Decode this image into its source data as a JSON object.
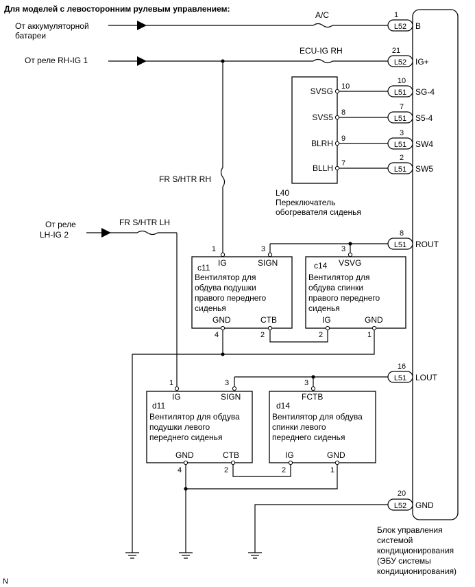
{
  "title": "Для моделей с левосторонним рулевым управлением:",
  "inputs": {
    "battery_line1": "От аккумуляторной",
    "battery_line2": "батареи",
    "rh_ig1": "От реле RH-IG 1",
    "lh_line1": "От реле",
    "lh_line2": "LH-IG 2"
  },
  "fuses": {
    "ac": "A/C",
    "ecu_ig_rh": "ECU-IG RH",
    "fr_shtr_rh": "FR S/HTR RH",
    "fr_shtr_lh": "FR S/HTR LH"
  },
  "ecu_terminals": [
    {
      "num": "1",
      "conn": "L52",
      "name": "B"
    },
    {
      "num": "21",
      "conn": "L52",
      "name": "IG+"
    },
    {
      "num": "10",
      "conn": "L51",
      "name": "SG-4"
    },
    {
      "num": "7",
      "conn": "L51",
      "name": "S5-4"
    },
    {
      "num": "3",
      "conn": "L51",
      "name": "SW4"
    },
    {
      "num": "2",
      "conn": "L51",
      "name": "SW5"
    },
    {
      "num": "8",
      "conn": "L51",
      "name": "ROUT"
    },
    {
      "num": "16",
      "conn": "L51",
      "name": "LOUT"
    },
    {
      "num": "20",
      "conn": "L52",
      "name": "GND"
    }
  ],
  "ecu_label": [
    "Блок управления",
    "системой",
    "кондиционирования",
    "(ЭБУ системы",
    "кондиционирования)"
  ],
  "switch": {
    "id": "L40",
    "label_line1": "Переключатель",
    "label_line2": "обогревателя сиденья",
    "pins": [
      {
        "name": "SVSG",
        "num": "10"
      },
      {
        "name": "SVS5",
        "num": "8"
      },
      {
        "name": "BLRH",
        "num": "9"
      },
      {
        "name": "BLLH",
        "num": "7"
      }
    ]
  },
  "c11": {
    "id": "c11",
    "lines": [
      "Вентилятор для",
      "обдува подушки",
      "правого переднего",
      "сиденья"
    ],
    "pins": {
      "ig": "IG",
      "ig_num": "1",
      "sign": "SIGN",
      "sign_num": "3",
      "gnd": "GND",
      "gnd_num": "4",
      "ctb": "CTB",
      "ctb_num": "2"
    }
  },
  "c14": {
    "id": "c14",
    "lines": [
      "Вентилятор для",
      "обдува спинки",
      "правого переднего",
      "сиденья"
    ],
    "pins": {
      "top": "VSVG",
      "top_num": "3",
      "ig": "IG",
      "ig_num": "2",
      "gnd": "GND",
      "gnd_num": "1"
    }
  },
  "d11": {
    "id": "d11",
    "lines": [
      "Вентилятор для обдува",
      "подушки левого",
      "переднего сиденья"
    ],
    "pins": {
      "ig": "IG",
      "ig_num": "1",
      "sign": "SIGN",
      "sign_num": "3",
      "gnd": "GND",
      "gnd_num": "4",
      "ctb": "CTB",
      "ctb_num": "2"
    }
  },
  "d14": {
    "id": "d14",
    "lines": [
      "Вентилятор для обдува",
      "спинки левого",
      "переднего сиденья"
    ],
    "pins": {
      "top": "FCTB",
      "top_num": "3",
      "ig": "IG",
      "ig_num": "2",
      "gnd": "GND",
      "gnd_num": "1"
    }
  },
  "corner_mark": "N"
}
